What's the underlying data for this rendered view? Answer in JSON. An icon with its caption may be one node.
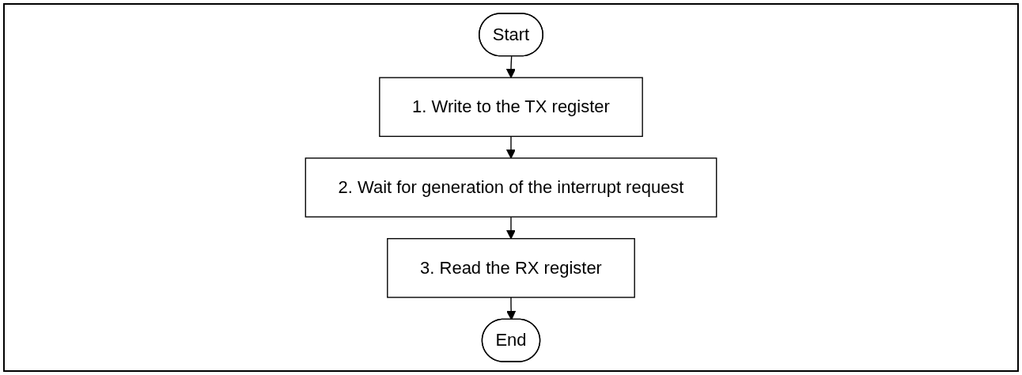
{
  "diagram": {
    "nodes": [
      {
        "text": [
          "Start"
        ]
      },
      {
        "text": [
          "1. Write to the TX register"
        ]
      },
      {
        "text": [
          "2. Wait for generation of the interrupt request"
        ]
      },
      {
        "text": [
          "3. Read the RX register"
        ]
      },
      {
        "text": [
          "End"
        ]
      }
    ],
    "edges": [
      {
        "from": 0,
        "to": 1,
        "arrow": "to"
      },
      {
        "from": 1,
        "to": 2,
        "arrow": "to"
      },
      {
        "from": 2,
        "to": 3,
        "arrow": "to"
      },
      {
        "from": 3,
        "to": 4,
        "arrow": "to"
      }
    ]
  }
}
